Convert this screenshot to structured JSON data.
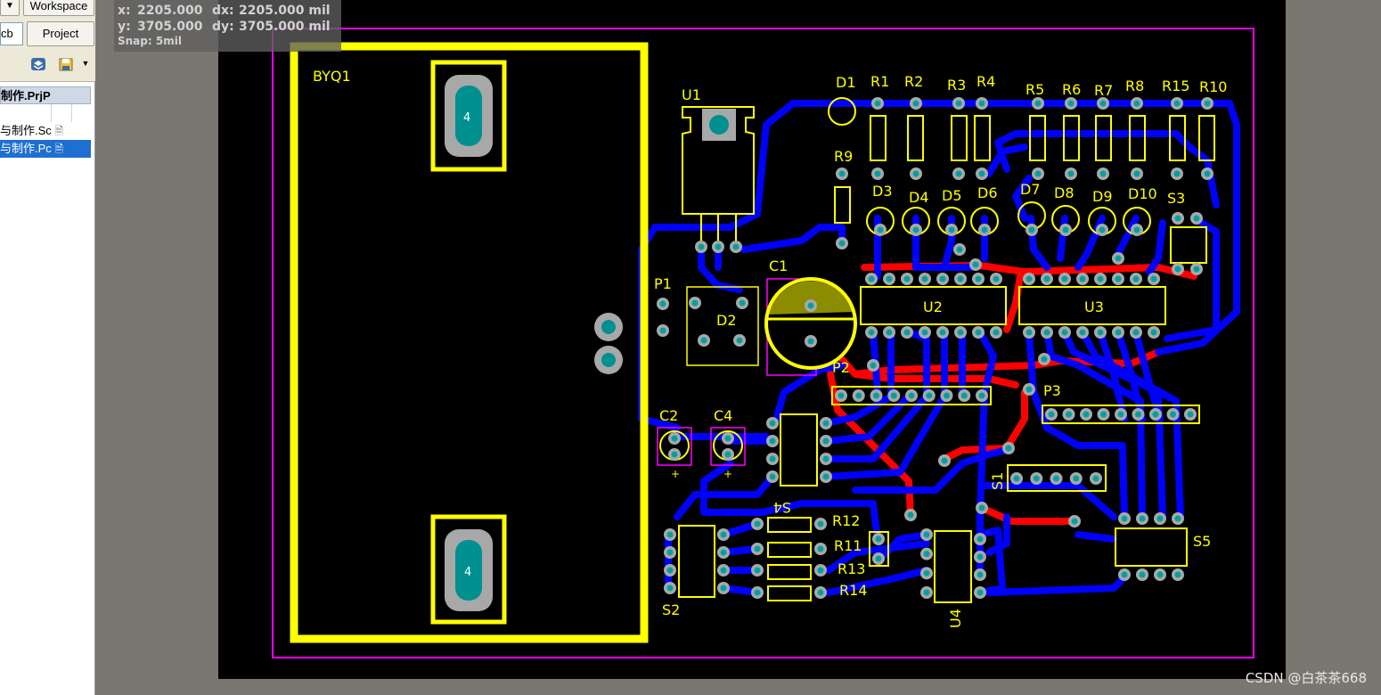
{
  "panel": {
    "dropdown_icon": "chevron-down-icon",
    "workspace_label": "Workspace",
    "file_field_value": "cb",
    "project_label": "Project",
    "layers_icon": "layers-icon",
    "save_icon": "save-icon",
    "tree_header": "制作.PrjP",
    "tree_items": [
      {
        "label": "与制作.Sc",
        "icon": "document-icon",
        "selected": false
      },
      {
        "label": "与制作.Pc",
        "icon": "document-icon",
        "selected": true
      }
    ]
  },
  "readout": {
    "x_label": "x:",
    "x_value": "2205.000",
    "dx_label": "dx:",
    "dx_value": "2205.000 mil",
    "y_label": "y:",
    "y_value": "3705.000",
    "dy_label": "dy:",
    "dy_value": "3705.000 mil",
    "snap": "Snap: 5mil"
  },
  "designators": {
    "byq1": "BYQ1",
    "u1": "U1",
    "d1": "D1",
    "d2": "D2",
    "c1": "C1",
    "r1": "R1",
    "r2": "R2",
    "r3": "R3",
    "r4": "R4",
    "r5": "R5",
    "r6": "R6",
    "r7": "R7",
    "r8": "R8",
    "r15": "R15",
    "r10": "R10",
    "r9": "R9",
    "d3": "D3",
    "d4": "D4",
    "d5": "D5",
    "d6": "D6",
    "d7": "D7",
    "d8": "D8",
    "d9": "D9",
    "d10": "D10",
    "s3": "S3",
    "u2": "U2",
    "u3": "U3",
    "p1": "P1",
    "p2": "P2",
    "p3": "P3",
    "c2": "C2",
    "c4": "C4",
    "s4": "S4",
    "s1": "S1",
    "r12": "R12",
    "r11": "R11",
    "r13": "R13",
    "r14": "R14",
    "s2": "S2",
    "u4": "U4",
    "s5": "S5",
    "pad_num": "4",
    "plus": "+"
  },
  "colors": {
    "board": "#000000",
    "silkscreen": "#ffff00",
    "top_layer": "#ff0000",
    "bottom_layer": "#0000ff",
    "keepout": "#ff00ff",
    "pad": "#a8a8a8",
    "via": "#00a0a0"
  },
  "watermark": "CSDN @白茶茶668"
}
